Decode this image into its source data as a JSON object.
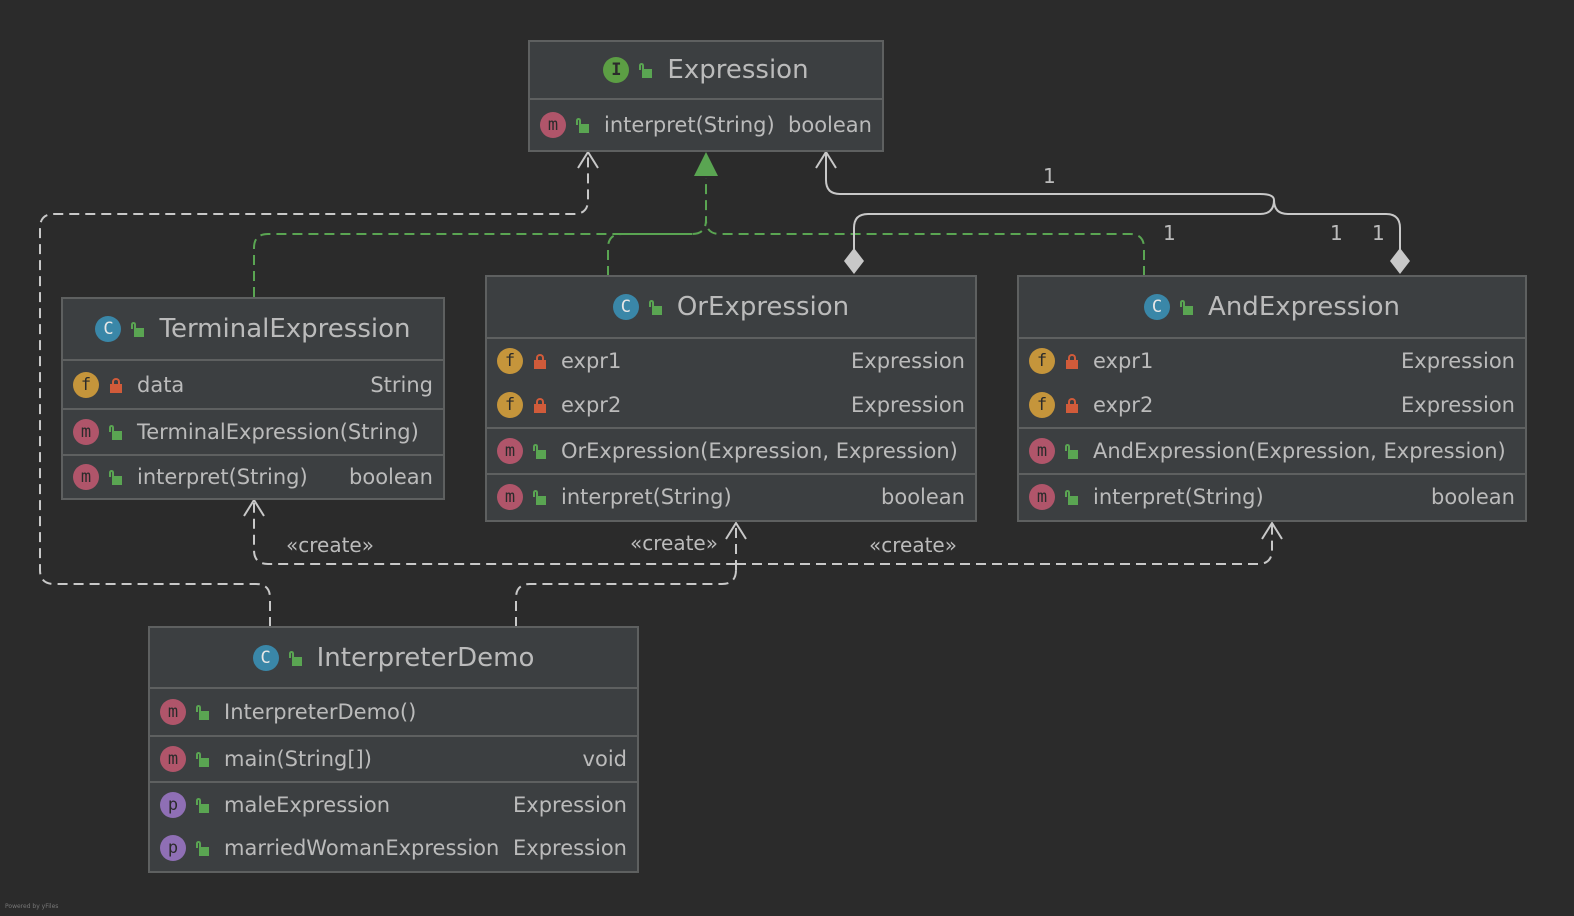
{
  "diagram": {
    "expression": {
      "title": "Expression",
      "kind_icon": "interface-icon",
      "kind_letter": "I",
      "rows": [
        {
          "kind": "m",
          "name": "interpret(String)",
          "type": "boolean",
          "vis": "pub"
        }
      ]
    },
    "terminal": {
      "title": "TerminalExpression",
      "kind_letter": "C",
      "rows": [
        {
          "kind": "f",
          "name": "data",
          "type": "String",
          "vis": "priv"
        },
        {
          "kind": "m",
          "name": "TerminalExpression(String)",
          "type": "",
          "vis": "pub"
        },
        {
          "kind": "m",
          "name": "interpret(String)",
          "type": "boolean",
          "vis": "pub"
        }
      ]
    },
    "or": {
      "title": "OrExpression",
      "kind_letter": "C",
      "rows": [
        {
          "kind": "f",
          "name": "expr1",
          "type": "Expression",
          "vis": "priv"
        },
        {
          "kind": "f",
          "name": "expr2",
          "type": "Expression",
          "vis": "priv"
        },
        {
          "kind": "m",
          "name": "OrExpression(Expression, Expression)",
          "type": "",
          "vis": "pub"
        },
        {
          "kind": "m",
          "name": "interpret(String)",
          "type": "boolean",
          "vis": "pub"
        }
      ]
    },
    "and": {
      "title": "AndExpression",
      "kind_letter": "C",
      "rows": [
        {
          "kind": "f",
          "name": "expr1",
          "type": "Expression",
          "vis": "priv"
        },
        {
          "kind": "f",
          "name": "expr2",
          "type": "Expression",
          "vis": "priv"
        },
        {
          "kind": "m",
          "name": "AndExpression(Expression, Expression)",
          "type": "",
          "vis": "pub"
        },
        {
          "kind": "m",
          "name": "interpret(String)",
          "type": "boolean",
          "vis": "pub"
        }
      ]
    },
    "demo": {
      "title": "InterpreterDemo",
      "kind_letter": "C",
      "rows": [
        {
          "kind": "m",
          "name": "InterpreterDemo()",
          "type": "",
          "vis": "pub"
        },
        {
          "kind": "m",
          "name": "main(String[])",
          "type": "void",
          "vis": "pub"
        },
        {
          "kind": "p",
          "name": "maleExpression",
          "type": "Expression",
          "vis": "pub"
        },
        {
          "kind": "p",
          "name": "marriedWomanExpression",
          "type": "Expression",
          "vis": "pub"
        }
      ]
    },
    "labels": {
      "create": "«create»",
      "one": "1"
    },
    "footer": "Powered by yFiles"
  },
  "colors": {
    "background": "#2b2b2b",
    "node_fill": "#3c3f41",
    "node_border": "#5e6060",
    "inherit_edge": "#5aa552",
    "dependency_edge": "#c8c8c8"
  }
}
